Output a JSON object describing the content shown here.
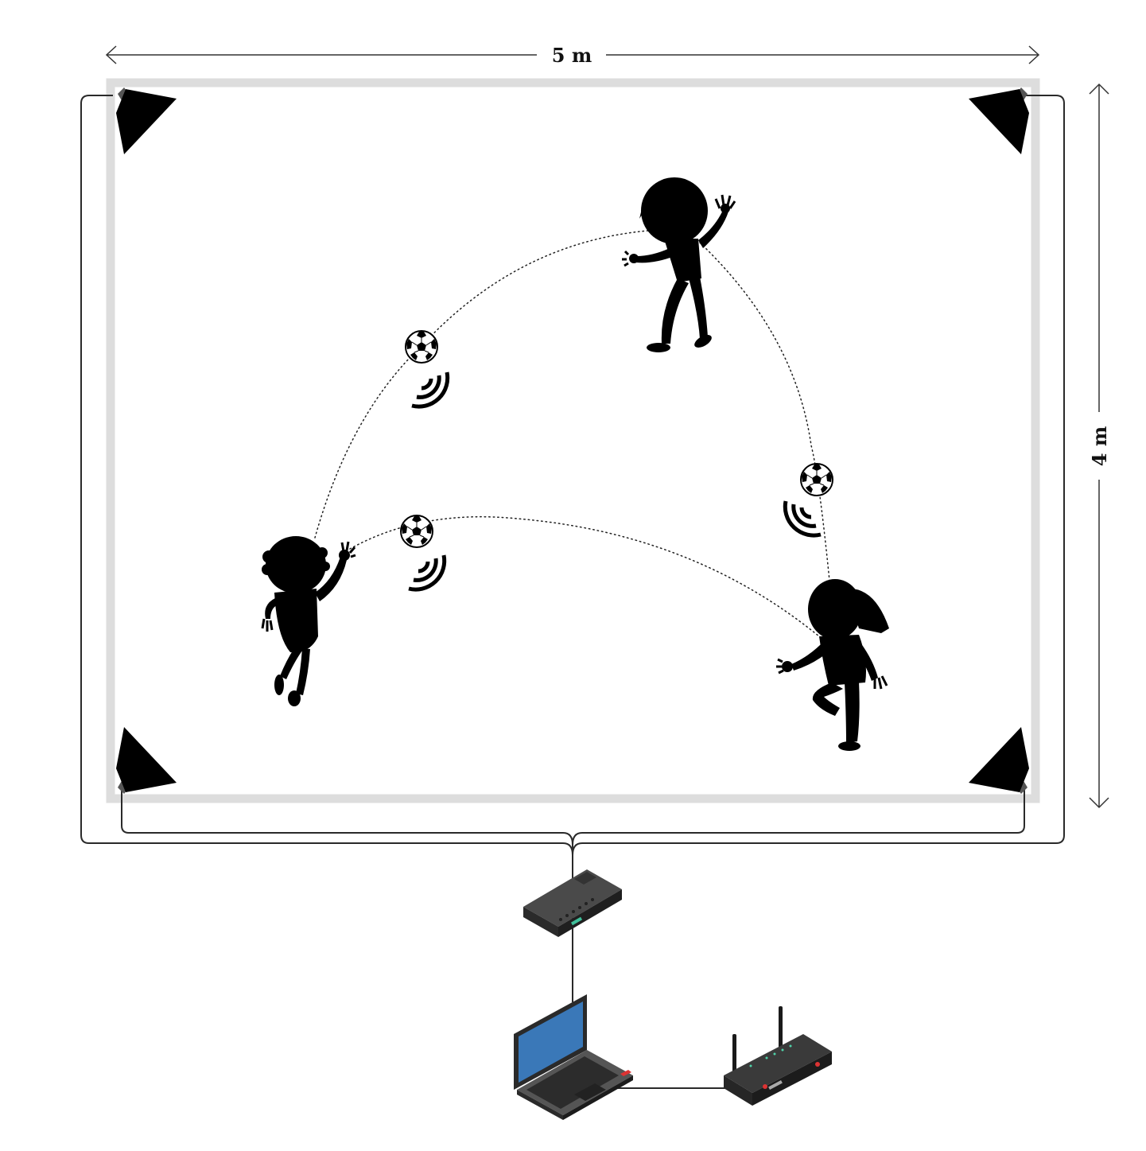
{
  "diagram": {
    "title": "Ball-passing play area with corner cameras and network setup",
    "dimensions": {
      "width_label": "5 m",
      "height_label": "4 m"
    },
    "area": {
      "border_color": "#dddddd",
      "floor_color": "#ffffff"
    },
    "cameras": [
      {
        "id": "camera-top-left",
        "position": "top-left"
      },
      {
        "id": "camera-top-right",
        "position": "top-right"
      },
      {
        "id": "camera-bottom-left",
        "position": "bottom-left"
      },
      {
        "id": "camera-bottom-right",
        "position": "bottom-right"
      }
    ],
    "children": [
      {
        "id": "child-top",
        "description": "boy with arm raised"
      },
      {
        "id": "child-left",
        "description": "boy waving"
      },
      {
        "id": "child-right",
        "description": "girl with ponytail"
      }
    ],
    "balls": [
      {
        "id": "ball-upper-left",
        "signal": "wireless-signal-icon"
      },
      {
        "id": "ball-lower-left",
        "signal": "wireless-signal-icon"
      },
      {
        "id": "ball-right",
        "signal": "wireless-signal-icon"
      }
    ],
    "network": {
      "switch": "network-switch",
      "laptop": "laptop",
      "router": "wifi-router",
      "screen_color": "#3a78b8",
      "device_color": "#3c3c3c"
    }
  }
}
